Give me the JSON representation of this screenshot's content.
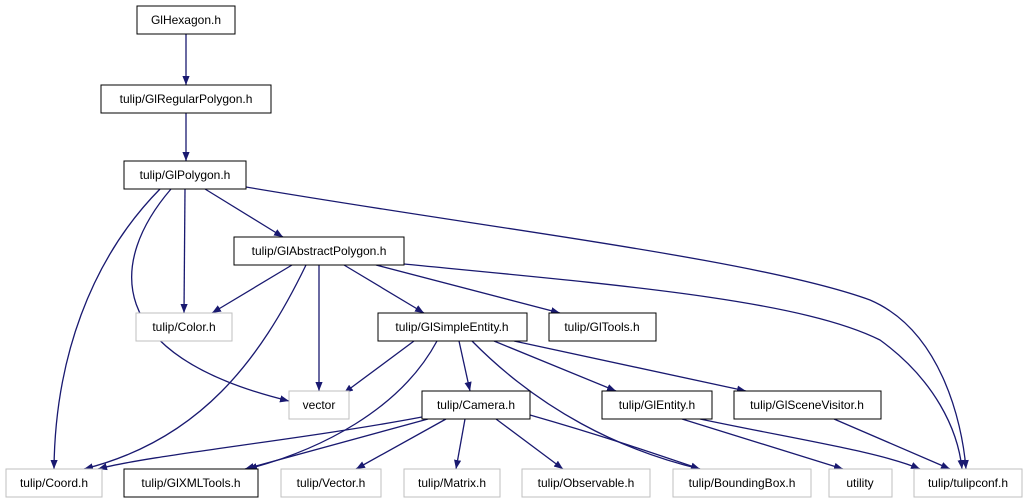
{
  "colors": {
    "edge": "#191970",
    "border_documented": "#000000",
    "border_external": "#bfbfbf",
    "fill_root": "#bfbfbf",
    "fill_default": "#ffffff"
  },
  "nodes": {
    "glhexagon": {
      "label": "GlHexagon.h",
      "kind": "root"
    },
    "glregularpolygon": {
      "label": "tulip/GlRegularPolygon.h",
      "kind": "documented"
    },
    "glpolygon": {
      "label": "tulip/GlPolygon.h",
      "kind": "documented"
    },
    "glabstractpolygon": {
      "label": "tulip/GlAbstractPolygon.h",
      "kind": "documented"
    },
    "color": {
      "label": "tulip/Color.h",
      "kind": "external"
    },
    "glsimpleentity": {
      "label": "tulip/GlSimpleEntity.h",
      "kind": "documented"
    },
    "gltools": {
      "label": "tulip/GlTools.h",
      "kind": "documented"
    },
    "vector": {
      "label": "vector",
      "kind": "external"
    },
    "camera": {
      "label": "tulip/Camera.h",
      "kind": "documented"
    },
    "glentity": {
      "label": "tulip/GlEntity.h",
      "kind": "documented"
    },
    "glscenevisitor": {
      "label": "tulip/GlSceneVisitor.h",
      "kind": "documented"
    },
    "coord": {
      "label": "tulip/Coord.h",
      "kind": "external"
    },
    "glxmltools": {
      "label": "tulip/GlXMLTools.h",
      "kind": "documented"
    },
    "vectorh": {
      "label": "tulip/Vector.h",
      "kind": "external"
    },
    "matrix": {
      "label": "tulip/Matrix.h",
      "kind": "external"
    },
    "observable": {
      "label": "tulip/Observable.h",
      "kind": "external"
    },
    "boundingbox": {
      "label": "tulip/BoundingBox.h",
      "kind": "external"
    },
    "utility": {
      "label": "utility",
      "kind": "external"
    },
    "tulipconf": {
      "label": "tulip/tulipconf.h",
      "kind": "external"
    }
  },
  "edges": [
    [
      "glhexagon",
      "glregularpolygon"
    ],
    [
      "glregularpolygon",
      "glpolygon"
    ],
    [
      "glpolygon",
      "glabstractpolygon"
    ],
    [
      "glpolygon",
      "color"
    ],
    [
      "glpolygon",
      "vector"
    ],
    [
      "glpolygon",
      "coord"
    ],
    [
      "glpolygon",
      "tulipconf"
    ],
    [
      "glabstractpolygon",
      "color"
    ],
    [
      "glabstractpolygon",
      "glsimpleentity"
    ],
    [
      "glabstractpolygon",
      "gltools"
    ],
    [
      "glabstractpolygon",
      "vector"
    ],
    [
      "glabstractpolygon",
      "coord"
    ],
    [
      "glabstractpolygon",
      "tulipconf"
    ],
    [
      "glsimpleentity",
      "vector"
    ],
    [
      "glsimpleentity",
      "camera"
    ],
    [
      "glsimpleentity",
      "glentity"
    ],
    [
      "glsimpleentity",
      "glscenevisitor"
    ],
    [
      "glsimpleentity",
      "glxmltools"
    ],
    [
      "glsimpleentity",
      "boundingbox"
    ],
    [
      "camera",
      "coord"
    ],
    [
      "camera",
      "glxmltools"
    ],
    [
      "camera",
      "vectorh"
    ],
    [
      "camera",
      "matrix"
    ],
    [
      "camera",
      "observable"
    ],
    [
      "camera",
      "boundingbox"
    ],
    [
      "glentity",
      "utility"
    ],
    [
      "glentity",
      "tulipconf"
    ],
    [
      "glscenevisitor",
      "tulipconf"
    ]
  ]
}
